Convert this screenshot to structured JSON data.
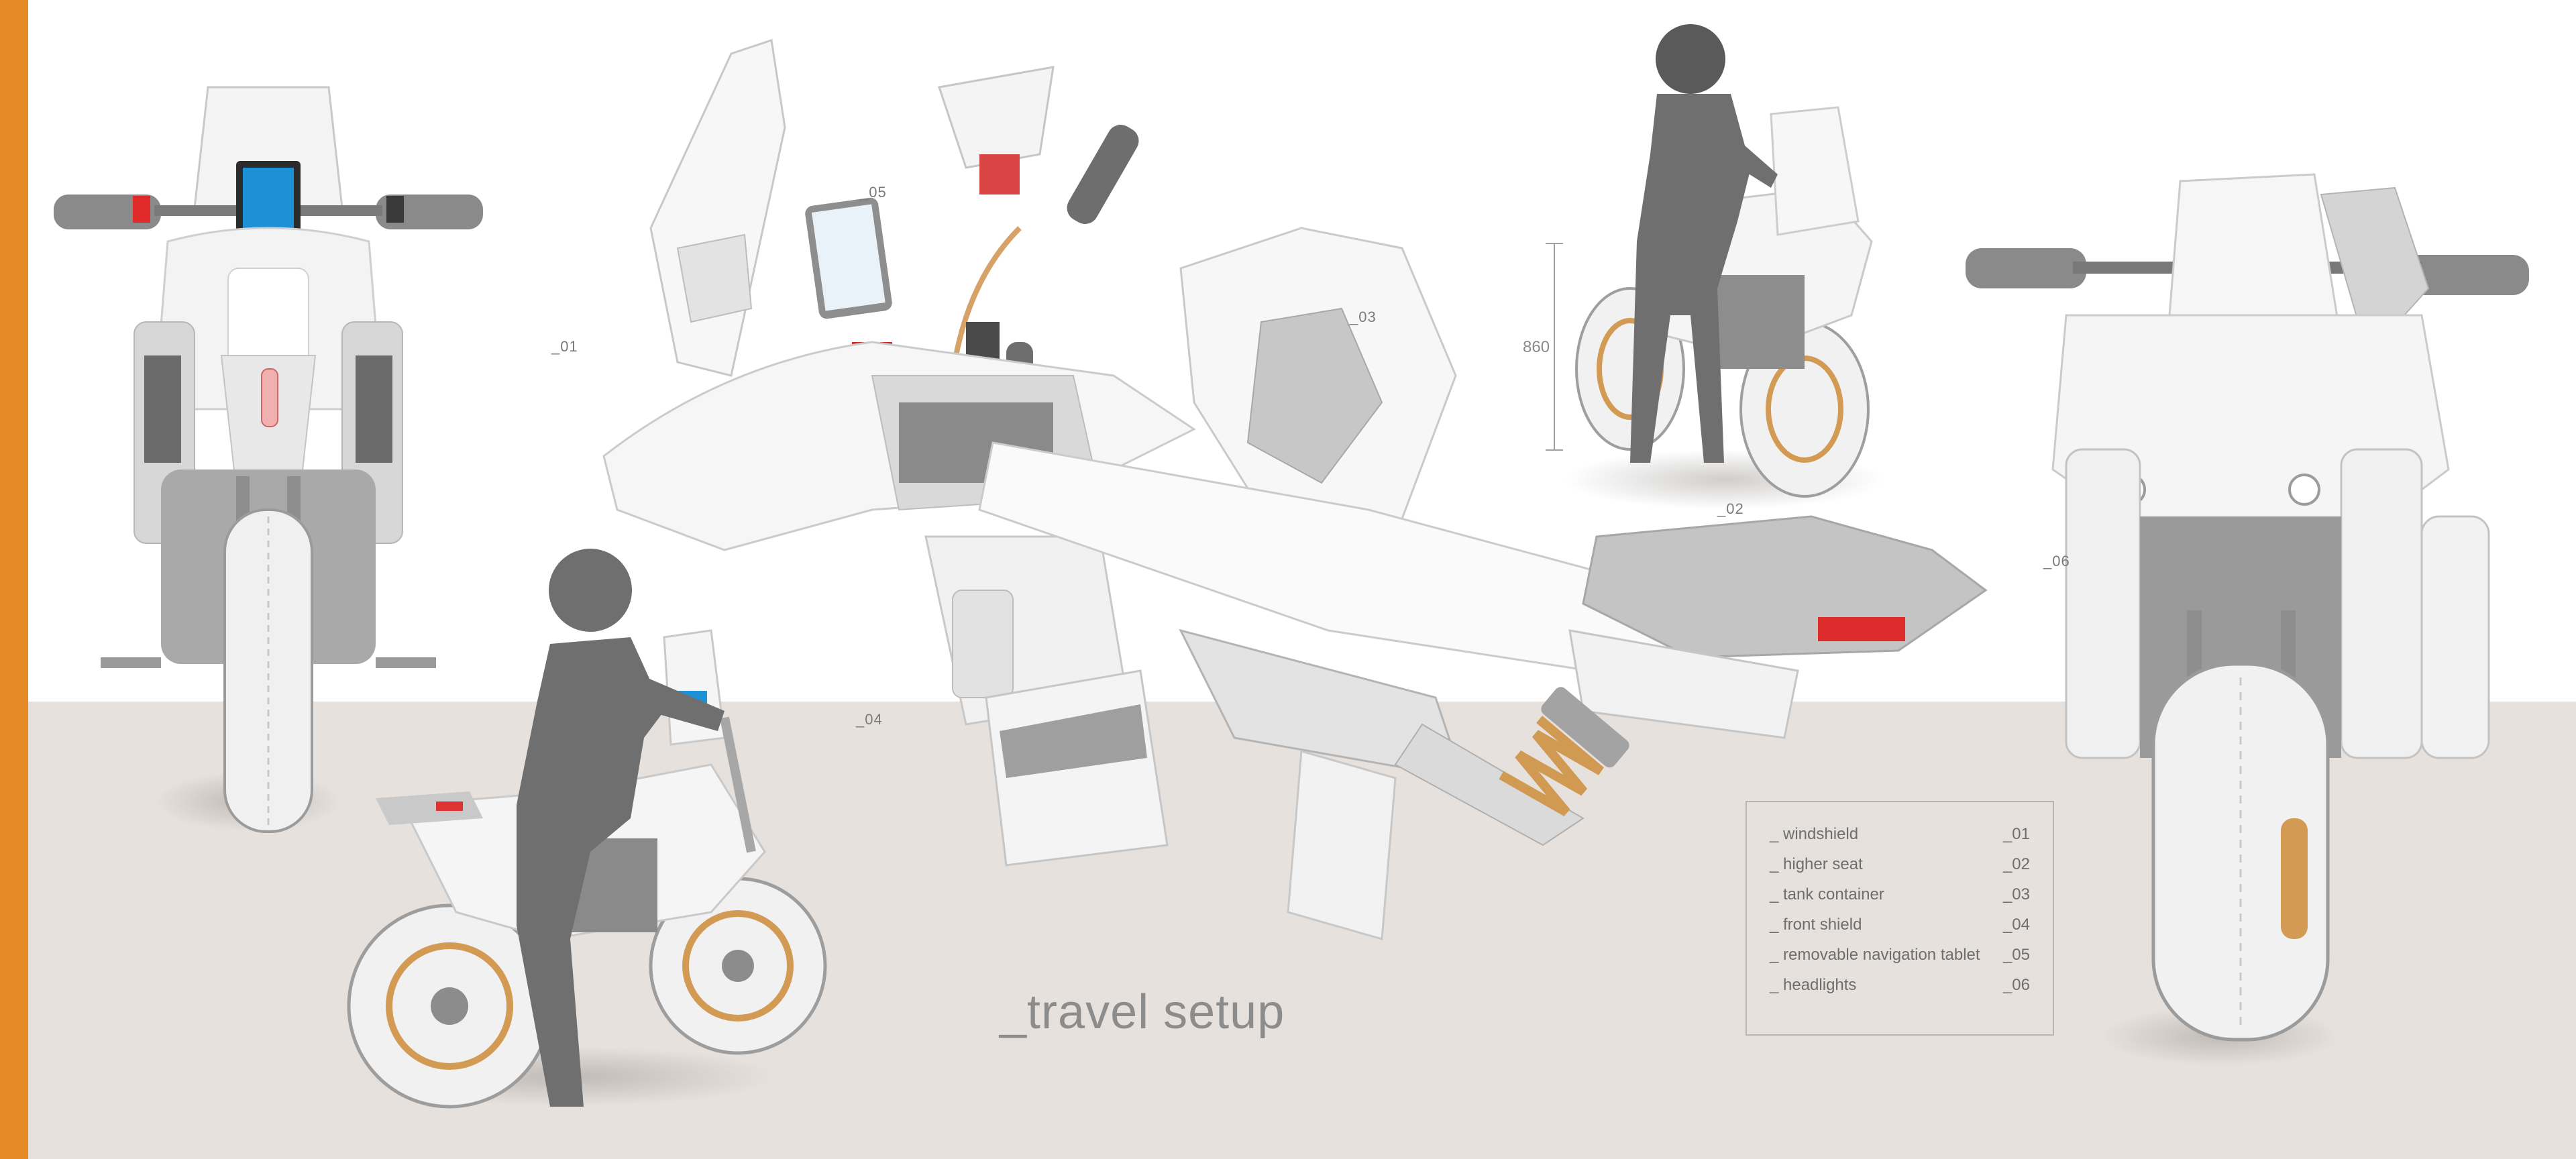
{
  "title": "_travel setup",
  "dimension_label": "860",
  "callouts": {
    "c01": "_01",
    "c02": "_02",
    "c03": "_03",
    "c04": "_04",
    "c05": "_05",
    "c06": "_06"
  },
  "legend": {
    "items": [
      {
        "label": "_ windshield",
        "code": "_01"
      },
      {
        "label": "_ higher seat",
        "code": "_02"
      },
      {
        "label": "_ tank container",
        "code": "_03"
      },
      {
        "label": "_ front shield",
        "code": "_04"
      },
      {
        "label": "_ removable navigation tablet",
        "code": "_05"
      },
      {
        "label": "_ headlights",
        "code": "_06"
      }
    ]
  },
  "colors": {
    "accent": "#e38a26",
    "floor": "#e6e1dd",
    "bodywork": "#f3f3f3",
    "frame": "#9a9a9a",
    "rider": "#6f6f6f",
    "tablet": "#1e90d6",
    "brake_light": "#e02a2a"
  },
  "icons": {
    "front_view": "motorcycle-front-view-illustration",
    "exploded_view": "motorcycle-exploded-view-illustration",
    "rider_side_view": "motorcycle-with-rider-illustration",
    "three_quarter_view": "motorcycle-three-quarter-view-illustration"
  }
}
